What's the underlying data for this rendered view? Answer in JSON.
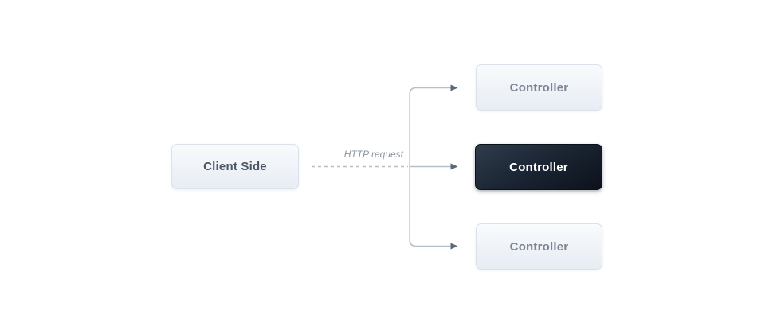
{
  "diagram": {
    "client": {
      "label": "Client Side"
    },
    "edge": {
      "label": "HTTP request",
      "style": "dashed"
    },
    "controllers": [
      {
        "label": "Controller",
        "variant": "light"
      },
      {
        "label": "Controller",
        "variant": "dark"
      },
      {
        "label": "Controller",
        "variant": "light"
      }
    ],
    "colors": {
      "background": "#ffffff",
      "light_box_top": "#f9fbfd",
      "light_box_bottom": "#e8edf4",
      "light_box_border": "#dbe2ec",
      "dark_box_top": "#2f3d4c",
      "dark_box_bottom": "#0c121c",
      "client_text": "#4c5766",
      "light_controller_text": "#7b8591",
      "dark_controller_text": "#ffffff",
      "line": "#b6bec8",
      "arrowhead": "#5d6876",
      "edge_label_text": "#8b93a0"
    }
  }
}
